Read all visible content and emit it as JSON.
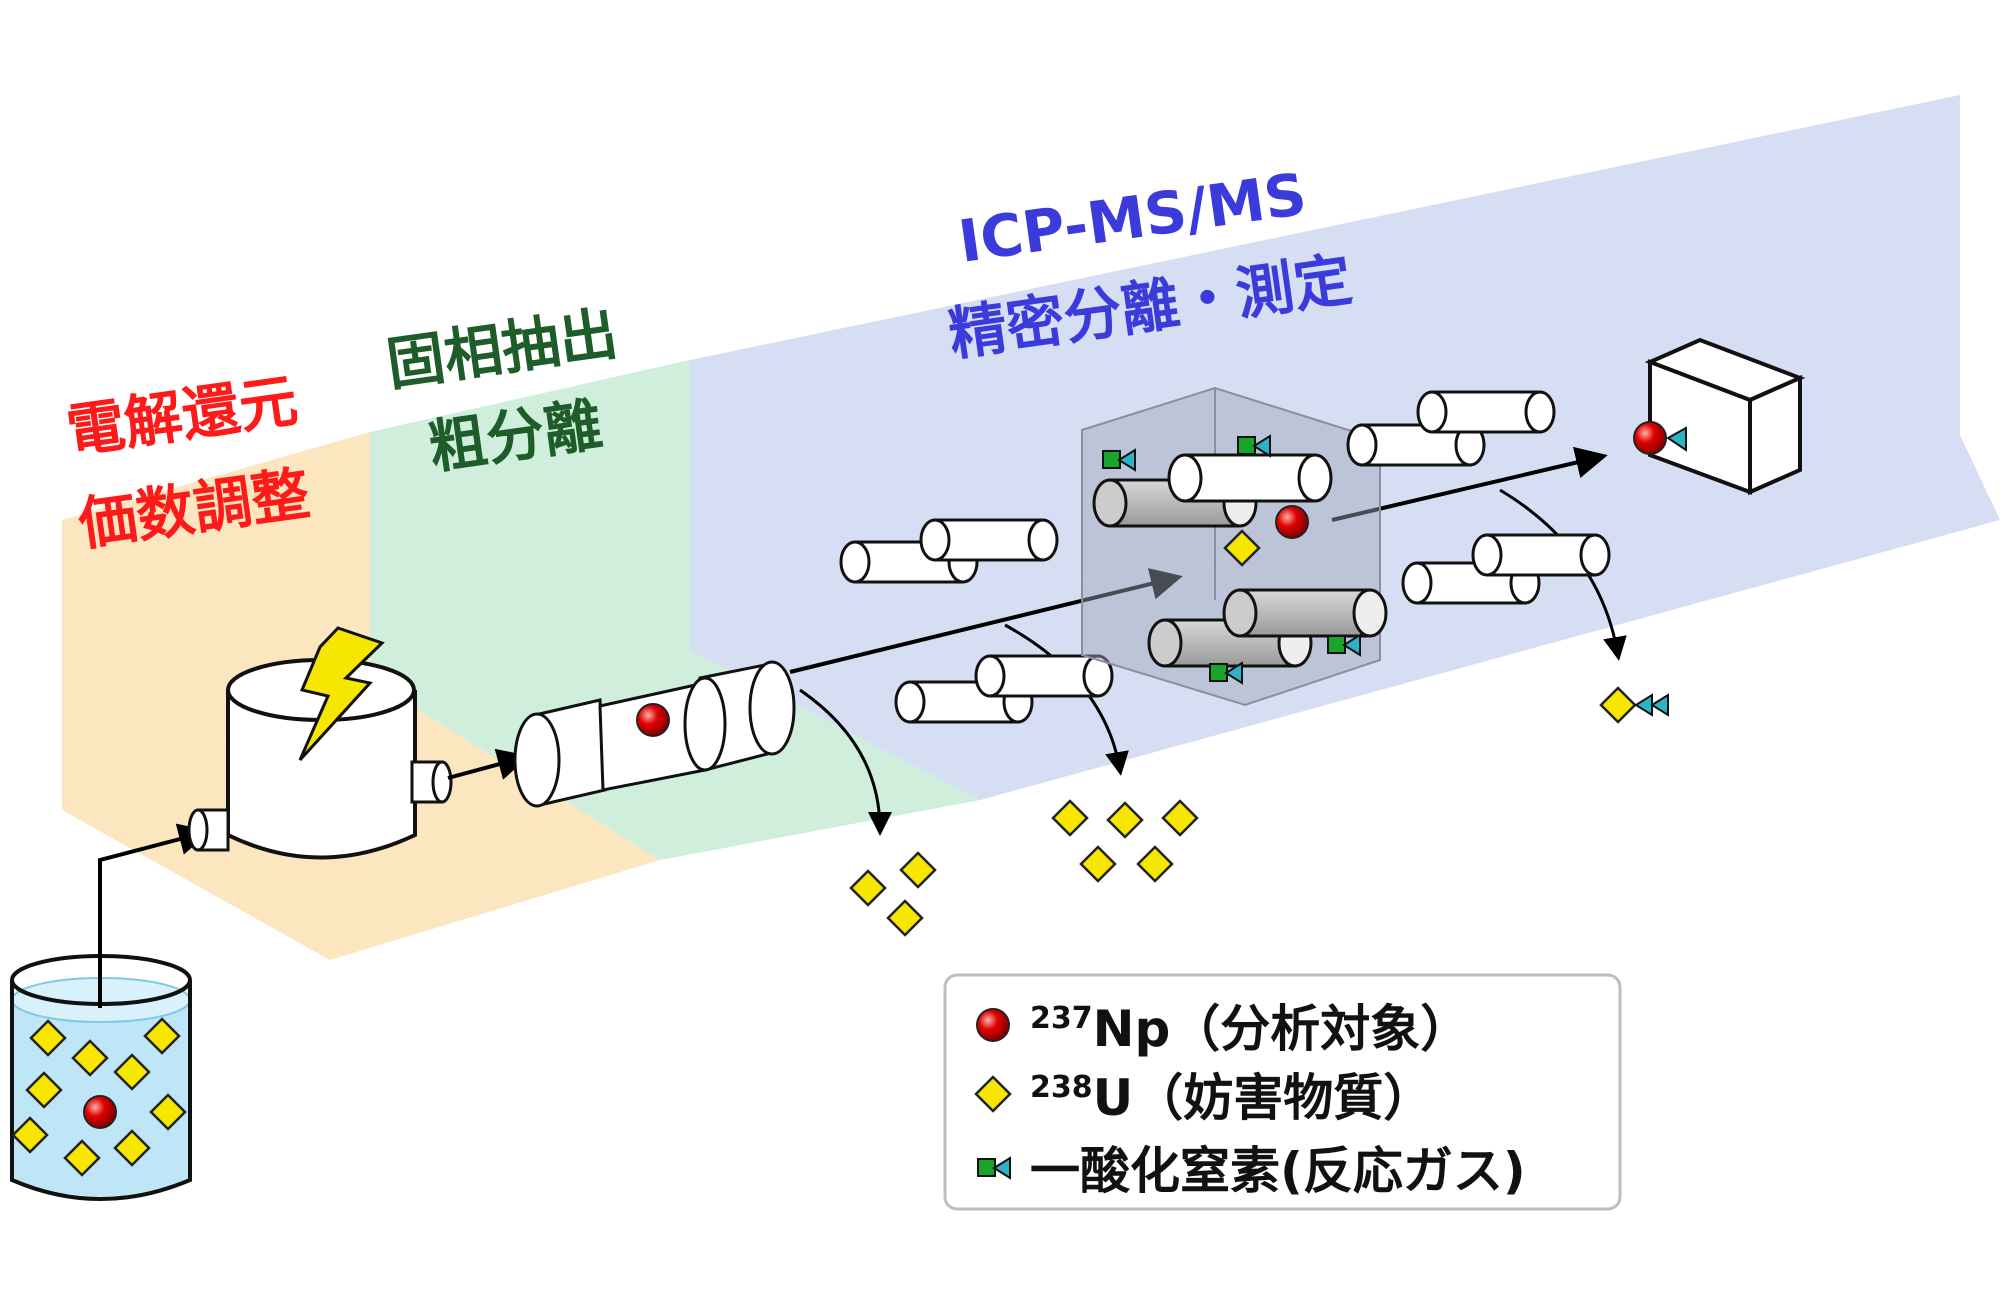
{
  "stages": {
    "electrolytic": {
      "line1": "電解還元",
      "line2": "価数調整",
      "color": "#ff1a1a"
    },
    "spe": {
      "line1": "固相抽出",
      "line2": "粗分離",
      "color": "#1e5c2a"
    },
    "icp": {
      "line1": "ICP-MS/MS",
      "line2": "精密分離・測定",
      "color": "#3b3bdc"
    }
  },
  "colors": {
    "panel_orange": "#fbe6c0",
    "panel_green": "#cfeedb",
    "panel_blue": "#d6def3",
    "np_red": "#e00000",
    "u_yellow": "#f7e600",
    "no_green": "#17a52b",
    "no_teal": "#2ab5c7",
    "beaker_liquid": "#bfe6f7"
  },
  "legend": {
    "np": {
      "mass": "237",
      "symbol": "Np",
      "desc": "（分析対象）"
    },
    "u": {
      "mass": "238",
      "symbol": "U",
      "desc": "（妨害物質）"
    },
    "no": {
      "label": "一酸化窒素(反応ガス)"
    }
  }
}
